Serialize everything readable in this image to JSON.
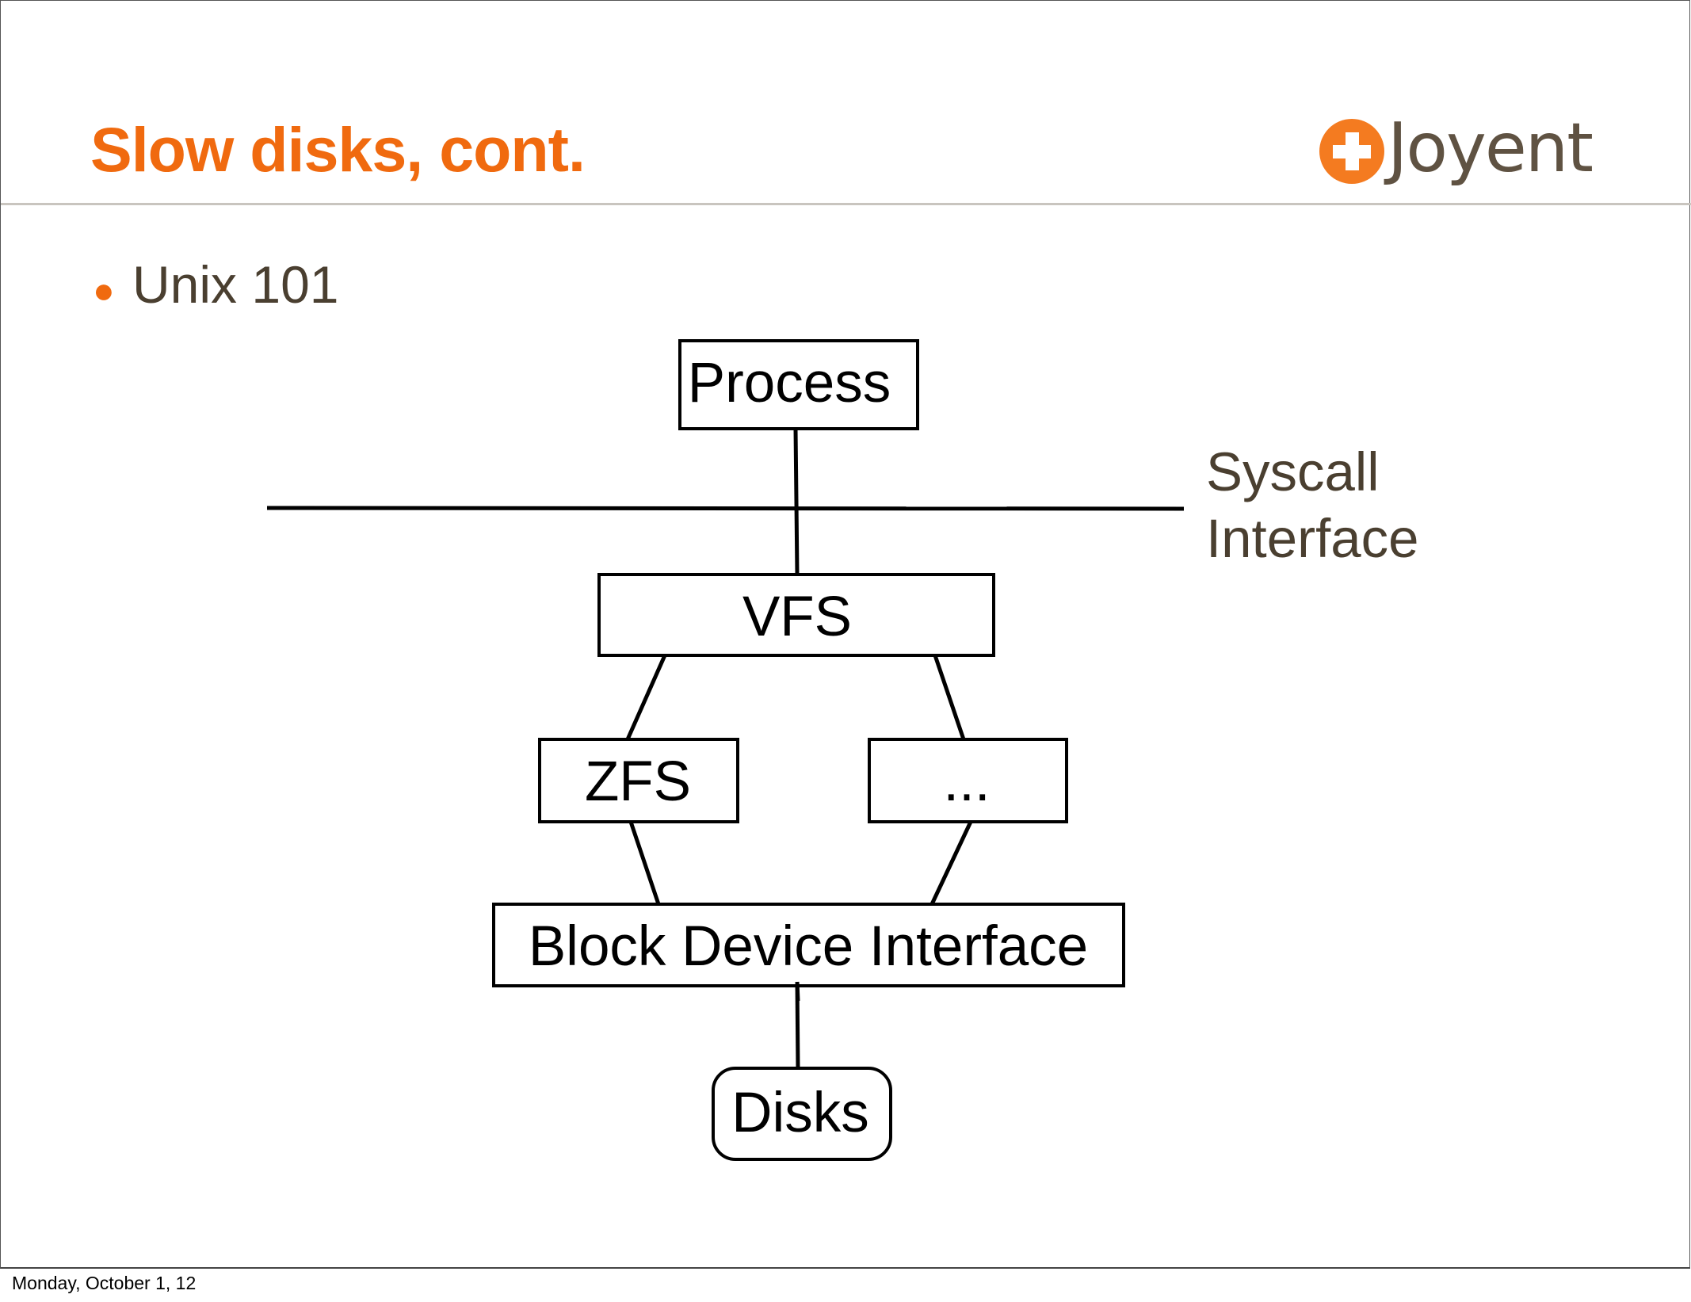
{
  "slide": {
    "title": "Slow disks, cont.",
    "logo": {
      "icon": "plus-circle-icon",
      "text": "Joyent",
      "accent_color": "#f47b20"
    },
    "bullets": [
      {
        "text": "Unix 101"
      }
    ],
    "diagram": {
      "nodes": {
        "process": "Process",
        "vfs": "VFS",
        "zfs": "ZFS",
        "other_fs": "...",
        "block_device": "Block Device Interface",
        "disks": "Disks"
      },
      "syscall_label": [
        "Syscall",
        "Interface"
      ],
      "edges": [
        [
          "Process",
          "VFS"
        ],
        [
          "VFS",
          "ZFS"
        ],
        [
          "VFS",
          "..."
        ],
        [
          "ZFS",
          "Block Device Interface"
        ],
        [
          "...",
          "Block Device Interface"
        ],
        [
          "Block Device Interface",
          "Disks"
        ]
      ]
    },
    "footer_date": "Monday, October 1, 12",
    "colors": {
      "title": "#f06a0f",
      "body_text": "#4a3f30",
      "divider": "#c9c5bf"
    }
  }
}
